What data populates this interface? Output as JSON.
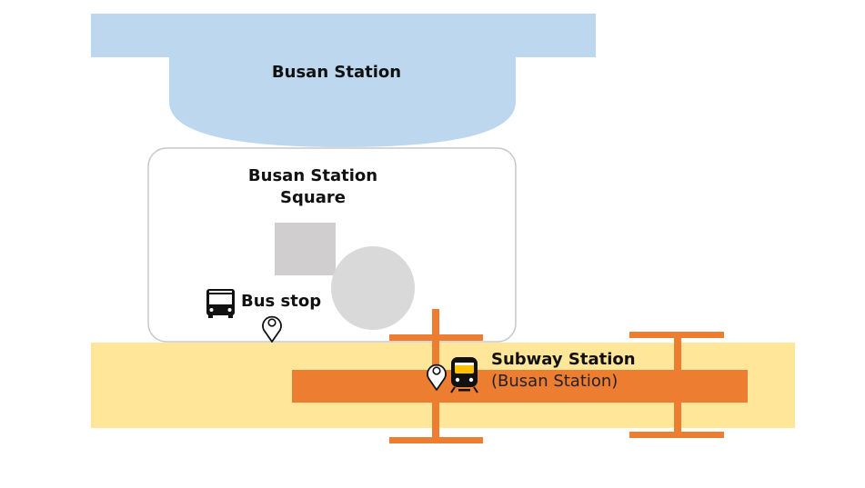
{
  "map": {
    "station": {
      "label": "Busan Station"
    },
    "square": {
      "label": "Busan Station Square"
    },
    "bus_stop": {
      "label": "Bus stop",
      "icon": "bus-icon",
      "marker_icon": "map-pin-icon"
    },
    "subway": {
      "label": "Subway Station",
      "sublabel": "(Busan Station)",
      "icon": "train-icon",
      "marker_icon": "map-pin-icon"
    }
  },
  "colors": {
    "station_building": "#bdd7ee",
    "square_border": "#c8c8c8",
    "road": "#ffe699",
    "subway_line": "#ed7d31",
    "landmark_gray": "#d0cece",
    "monument_gray": "#d9d9d9",
    "icon": "#111111"
  }
}
